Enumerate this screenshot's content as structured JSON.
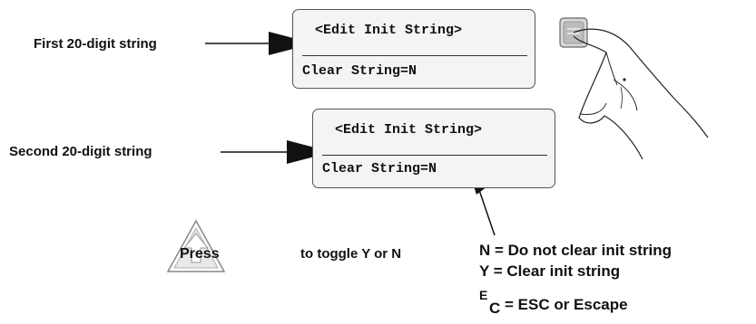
{
  "callouts": {
    "first_label": "First 20-digit string",
    "second_label": "Second 20-digit string"
  },
  "lcd_top": {
    "title": "<Edit Init String>",
    "value": "Clear String=N"
  },
  "lcd_bottom": {
    "title": "<Edit Init String>",
    "value": "Clear String=N"
  },
  "instruction": {
    "press_label": "Press",
    "toggle_text": "to toggle Y or N"
  },
  "legend": {
    "n_line": "N = Do not clear init string",
    "y_line": "Y = Clear init string",
    "esc_key_top": "E",
    "esc_key_bottom": "C",
    "esc_line": "= ESC or Escape"
  },
  "icons": {
    "press_icon": "up-arrow-triangle-key-icon",
    "hand_icon": "finger-pressing-key-icon"
  },
  "colors": {
    "lcd_background": "#f4f4f4",
    "lcd_border": "#555555",
    "text": "#111111"
  }
}
